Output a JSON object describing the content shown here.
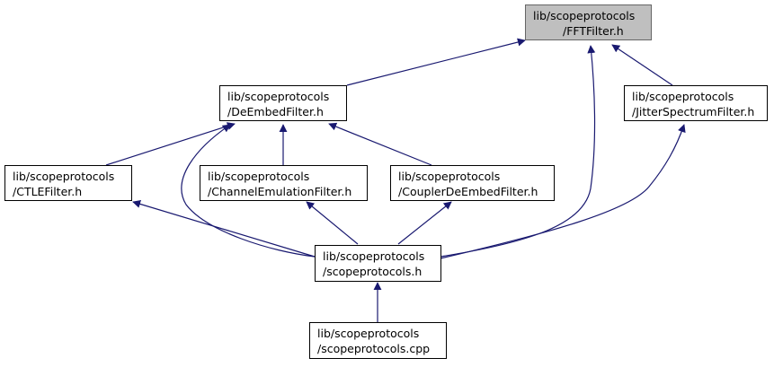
{
  "colors": {
    "edge": "#191970",
    "highlight_fill": "#bfbfbf",
    "border": "#000000"
  },
  "nodes": {
    "fftfilter": {
      "line1": "lib/scopeprotocols",
      "line2": "/FFTFilter.h"
    },
    "deembedfilter": {
      "line1": "lib/scopeprotocols",
      "line2": "/DeEmbedFilter.h"
    },
    "jitterspectrumfilter": {
      "line1": "lib/scopeprotocols",
      "line2": "/JitterSpectrumFilter.h"
    },
    "ctlefilter": {
      "line1": "lib/scopeprotocols",
      "line2": "/CTLEFilter.h"
    },
    "channelemulationfilter": {
      "line1": "lib/scopeprotocols",
      "line2": "/ChannelEmulationFilter.h"
    },
    "couplerdeembedfilter": {
      "line1": "lib/scopeprotocols",
      "line2": "/CouplerDeEmbedFilter.h"
    },
    "scopeprotocols_h": {
      "line1": "lib/scopeprotocols",
      "line2": "/scopeprotocols.h"
    },
    "scopeprotocols_cpp": {
      "line1": "lib/scopeprotocols",
      "line2": "/scopeprotocols.cpp"
    }
  }
}
